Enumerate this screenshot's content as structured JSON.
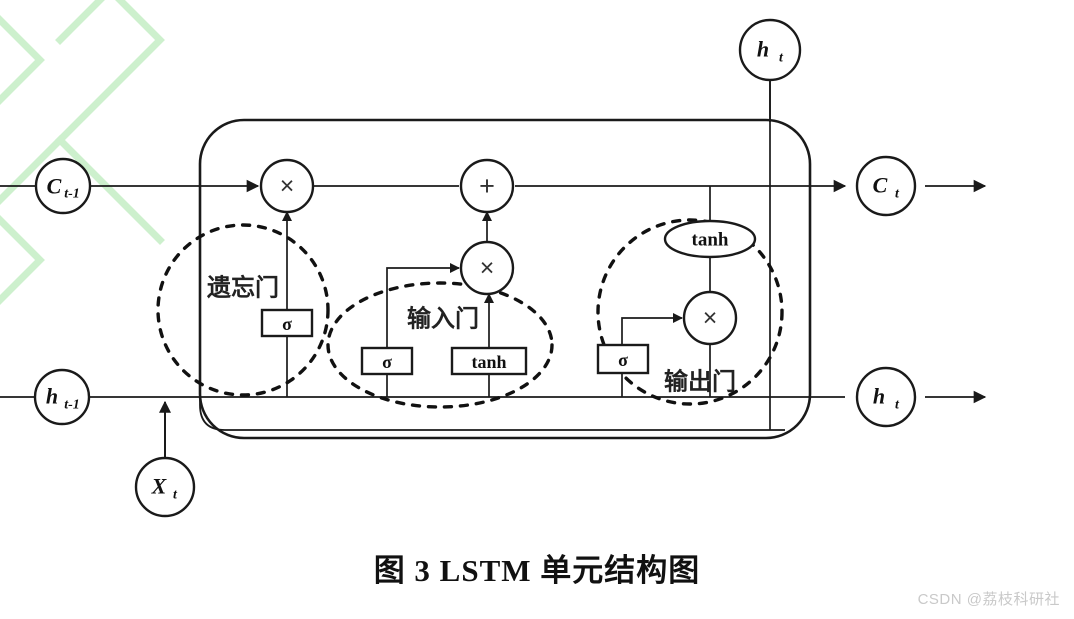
{
  "figure": {
    "caption": "图 3 LSTM 单元结构图",
    "watermark": "CSDN @荔枝科研社",
    "colors": {
      "stroke": "#1a1a1a",
      "watermark_pattern": "#cdf0cd",
      "watermark_text": "#c9c9c9",
      "background": "#ffffff"
    }
  },
  "nodes": {
    "cell_state_in": "Cₜ₋₁",
    "cell_state_in_base": "C",
    "cell_state_in_sub": "t-1",
    "cell_state_out_base": "C",
    "cell_state_out_sub": "t",
    "hidden_in_base": "h",
    "hidden_in_sub": "t-1",
    "hidden_out_base": "h",
    "hidden_out_sub": "t",
    "hidden_top_base": "h",
    "hidden_top_sub": "t",
    "input_base": "X",
    "input_sub": "t"
  },
  "operators": {
    "multiply_forget": "×",
    "add_cell": "+",
    "multiply_input": "×",
    "multiply_output": "×"
  },
  "activations": {
    "sigma_forget": "σ",
    "sigma_input": "σ",
    "tanh_input": "tanh",
    "sigma_output": "σ",
    "tanh_output": "tanh"
  },
  "gates": [
    {
      "id": "forget-gate",
      "label": "遗忘门",
      "shape": "dashed-circle"
    },
    {
      "id": "input-gate",
      "label": "输入门",
      "shape": "dashed-ellipse"
    },
    {
      "id": "output-gate",
      "label": "输出门",
      "shape": "dashed-circle"
    }
  ]
}
